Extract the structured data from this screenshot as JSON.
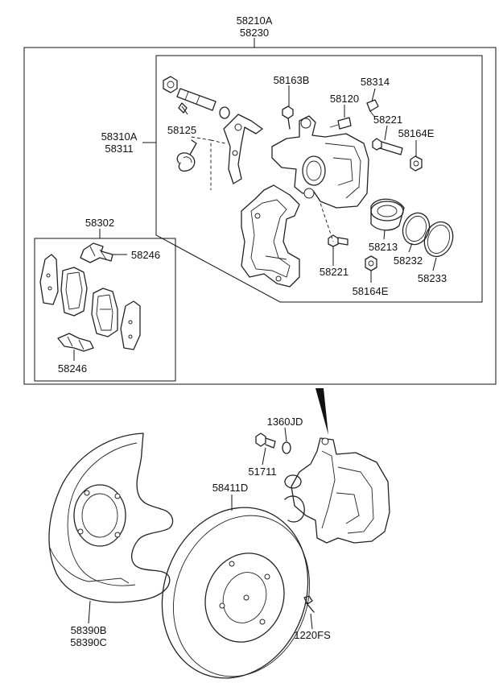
{
  "labels": {
    "assembly_a": "58210A",
    "assembly_b": "58230",
    "caliper_a": "58310A",
    "caliper_b": "58311",
    "pad_kit": "58302",
    "clip_upper": "58246",
    "clip_lower": "58246",
    "pin_boot": "58125",
    "bolt_58163b": "58163B",
    "bleeder": "58120",
    "bleeder_cap": "58314",
    "guide_bolt_upper": "58221",
    "boot_upper": "58164E",
    "piston": "58213",
    "piston_seal": "58232",
    "piston_boot": "58233",
    "guide_bolt_lower": "58221",
    "boot_lower": "58164E",
    "washer": "1360JD",
    "bolt_51711": "51711",
    "disc": "58411D",
    "disc_screw": "1220FS",
    "shield_a": "58390B",
    "shield_b": "58390C"
  },
  "colors": {
    "ink": "#111111",
    "background": "#ffffff"
  }
}
